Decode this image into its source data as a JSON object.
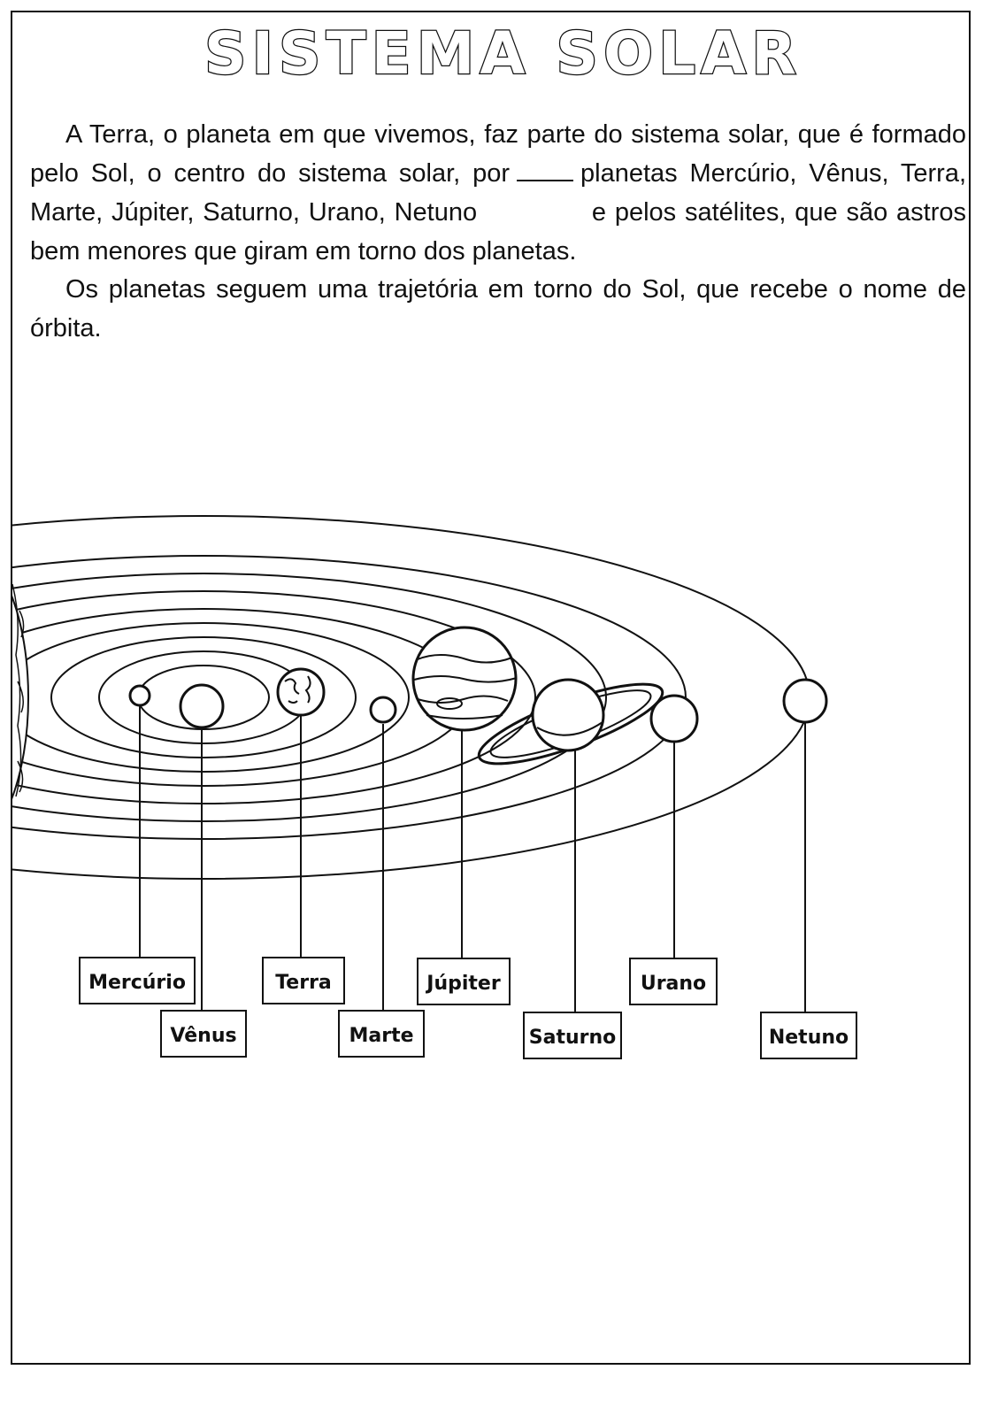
{
  "title": "SISTEMA SOLAR",
  "paragraph1": {
    "part_a": "A Terra, o planeta em que vivemos, faz parte do sistema solar, que é formado pelo Sol, o centro do sistema solar, por",
    "part_b": "planetas  Mercúrio, Vênus, Terra, Marte, Júpiter, Saturno, Urano, Netuno",
    "part_c": "e pelos satélites, que são astros bem menores que giram em torno dos planetas."
  },
  "paragraph2": "Os planetas seguem uma trajetória em torno do Sol, que recebe o nome de órbita.",
  "diagram": {
    "planets": [
      {
        "name": "Mercúrio"
      },
      {
        "name": "Vênus"
      },
      {
        "name": "Terra"
      },
      {
        "name": "Marte"
      },
      {
        "name": "Júpiter"
      },
      {
        "name": "Saturno"
      },
      {
        "name": "Urano"
      },
      {
        "name": "Netuno"
      }
    ]
  }
}
